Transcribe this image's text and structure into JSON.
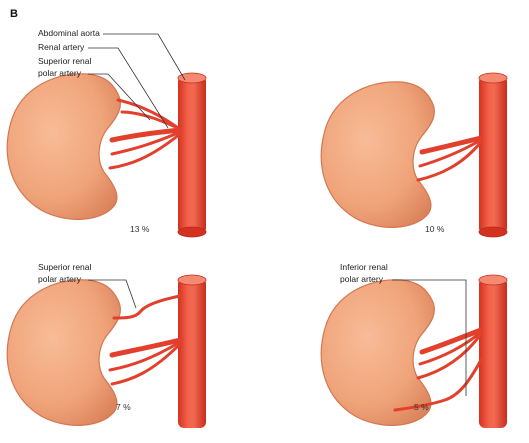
{
  "panel_letter": "B",
  "colors": {
    "kidney_fill": "#f0a47a",
    "kidney_edge": "#d47652",
    "artery": "#e2402c",
    "artery_highlight": "#f46a52",
    "label_text": "#222222"
  },
  "labels": {
    "abdominal_aorta": "Abdominal aorta",
    "renal_artery": "Renal artery",
    "superior_polar_line1": "Superior renal",
    "superior_polar_line2": "polar artery",
    "superior_polar_b_line1": "Superior renal",
    "superior_polar_b_line2": "polar artery",
    "inferior_polar_line1": "Inferior renal",
    "inferior_polar_line2": "polar artery"
  },
  "panels": [
    {
      "id": "top-left",
      "percent": "13 %"
    },
    {
      "id": "top-right",
      "percent": "10 %"
    },
    {
      "id": "bottom-left",
      "percent": "7 %"
    },
    {
      "id": "bottom-right",
      "percent": "5 %"
    }
  ]
}
